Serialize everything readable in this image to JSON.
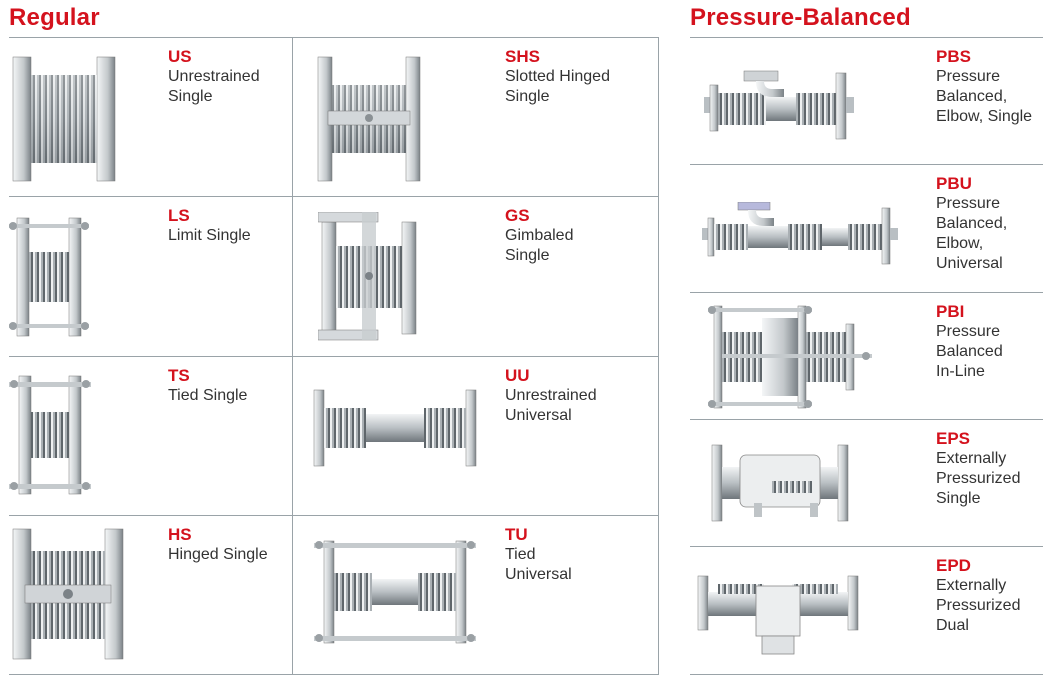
{
  "sections": {
    "regular": {
      "title": "Regular",
      "items": [
        {
          "code": "US",
          "desc": "Unrestrained\nSingle",
          "icon": "unrestrained-single-joint-image"
        },
        {
          "code": "SHS",
          "desc": "Slotted Hinged\nSingle",
          "icon": "slotted-hinged-single-joint-image"
        },
        {
          "code": "LS",
          "desc": "Limit Single",
          "icon": "limit-single-joint-image"
        },
        {
          "code": "GS",
          "desc": "Gimbaled\nSingle",
          "icon": "gimbaled-single-joint-image"
        },
        {
          "code": "TS",
          "desc": "Tied Single",
          "icon": "tied-single-joint-image"
        },
        {
          "code": "UU",
          "desc": "Unrestrained\nUniversal",
          "icon": "unrestrained-universal-joint-image"
        },
        {
          "code": "HS",
          "desc": "Hinged Single",
          "icon": "hinged-single-joint-image"
        },
        {
          "code": "TU",
          "desc": "Tied\nUniversal",
          "icon": "tied-universal-joint-image"
        }
      ]
    },
    "pressure_balanced": {
      "title": "Pressure-Balanced",
      "items": [
        {
          "code": "PBS",
          "desc": "Pressure\nBalanced,\nElbow, Single",
          "icon": "pressure-balanced-elbow-single-image"
        },
        {
          "code": "PBU",
          "desc": "Pressure\nBalanced,\nElbow,\nUniversal",
          "icon": "pressure-balanced-elbow-universal-image"
        },
        {
          "code": "PBI",
          "desc": "Pressure\nBalanced\nIn-Line",
          "icon": "pressure-balanced-inline-image"
        },
        {
          "code": "EPS",
          "desc": "Externally\nPressurized\nSingle",
          "icon": "externally-pressurized-single-image"
        },
        {
          "code": "EPD",
          "desc": "Externally\nPressurized\nDual",
          "icon": "externally-pressurized-dual-image"
        }
      ]
    }
  },
  "colors": {
    "accent": "#d4121d",
    "text": "#333333",
    "lines": "#9aa3a8",
    "metal_light": "#e3e6e8",
    "metal_dark": "#6f767b"
  }
}
